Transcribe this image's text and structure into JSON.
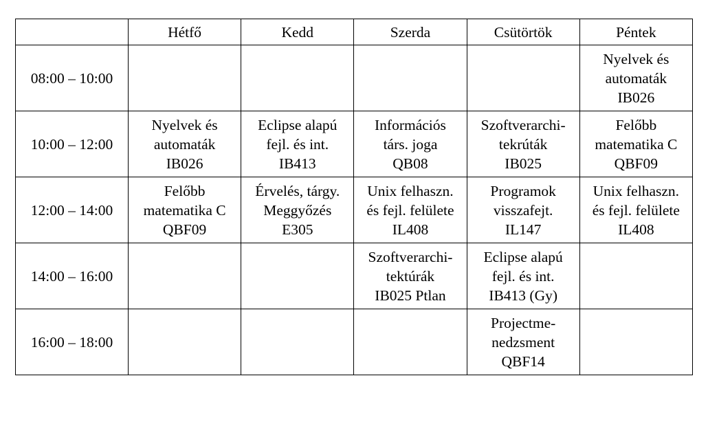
{
  "header": {
    "corner": "",
    "days": [
      "Hétfő",
      "Kedd",
      "Szerda",
      "Csütörtök",
      "Péntek"
    ]
  },
  "rows": [
    {
      "time": "08:00 – 10:00",
      "cells": [
        [],
        [],
        [],
        [],
        [
          "Nyelvek és",
          "automaták",
          "IB026"
        ]
      ]
    },
    {
      "time": "10:00 – 12:00",
      "cells": [
        [
          "Nyelvek és",
          "automaták",
          "IB026"
        ],
        [
          "Eclipse alapú",
          "fejl. és int.",
          "IB413"
        ],
        [
          "Információs",
          "társ. joga",
          "QB08"
        ],
        [
          "Szoftverarchi-",
          "tekrúták",
          "IB025"
        ],
        [
          "Felőbb",
          "matematika C",
          "QBF09"
        ]
      ]
    },
    {
      "time": "12:00 – 14:00",
      "cells": [
        [
          "Felőbb",
          "matematika C",
          "QBF09"
        ],
        [
          "Érvelés, tárgy.",
          "Meggyőzés",
          "E305"
        ],
        [
          "Unix felhaszn.",
          "és fejl. felülete",
          "IL408"
        ],
        [
          "Programok",
          "visszafejt.",
          "IL147"
        ],
        [
          "Unix felhaszn.",
          "és fejl. felülete",
          "IL408"
        ]
      ]
    },
    {
      "time": "14:00 – 16:00",
      "cells": [
        [],
        [],
        [
          "Szoftverarchi-",
          "tektúrák",
          "IB025 Ptlan"
        ],
        [
          "Eclipse alapú",
          "fejl. és int.",
          "IB413 (Gy)"
        ],
        []
      ]
    },
    {
      "time": "16:00 – 18:00",
      "cells": [
        [],
        [],
        [],
        [
          "Projectme-",
          "nedzsment",
          "QBF14"
        ],
        []
      ]
    }
  ]
}
